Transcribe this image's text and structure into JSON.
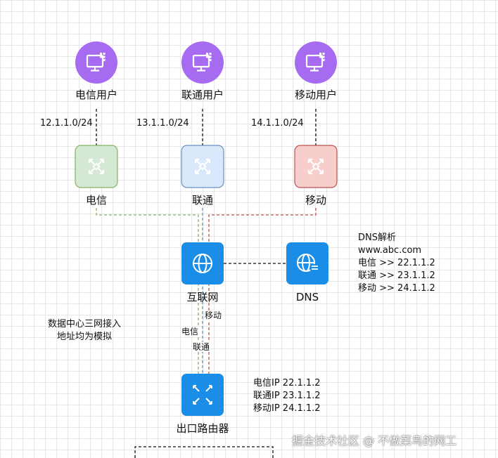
{
  "users": [
    {
      "label": "电信用户",
      "subnet": "12.1.1.0/24"
    },
    {
      "label": "联通用户",
      "subnet": "13.1.1.0/24"
    },
    {
      "label": "移动用户",
      "subnet": "14.1.1.0/24"
    }
  ],
  "isps": [
    {
      "label": "电信",
      "fill": "#d5e8d4",
      "stroke": "#82b366"
    },
    {
      "label": "联通",
      "fill": "#dae8fc",
      "stroke": "#6c8ebf"
    },
    {
      "label": "移动",
      "fill": "#f8cecc",
      "stroke": "#b85450"
    }
  ],
  "internet": {
    "label": "互联网"
  },
  "dns": {
    "label": "DNS",
    "info": [
      "DNS解析",
      "www.abc.com",
      "电信 >> 22.1.1.2",
      "联通 >> 23.1.1.2",
      "移动 >> 24.1.1.2"
    ]
  },
  "line_labels": {
    "telecom": "电信",
    "unicom": "联通",
    "mobile": "移动"
  },
  "note": [
    "数据中心三网接入",
    "地址均为模拟"
  ],
  "router": {
    "label": "出口路由器",
    "ips": [
      "电信IP 22.1.1.2",
      "联通IP 23.1.1.2",
      "移动IP 24.1.1.2"
    ]
  },
  "watermark": "掘金技术社区 @ 不做菜鸟的网工",
  "colors": {
    "user_icon": "#a66bf0",
    "blue_icon": "#1a8ee6",
    "telecom": "#82b366",
    "unicom": "#6c8ebf",
    "mobile": "#b85450"
  }
}
